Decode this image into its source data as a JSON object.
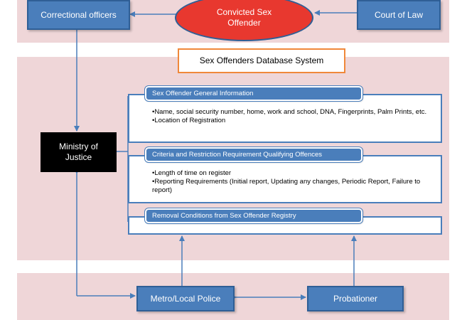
{
  "top_row": {
    "left_box": "Correctional officers",
    "center_ellipse": "Convicted Sex Offender",
    "right_box": "Court of Law"
  },
  "database_title": "Sex Offenders Database System",
  "ministry": "Ministry of Justice",
  "panels": [
    {
      "header": "Sex Offender General Information",
      "bullets": [
        "•Name, social security number, home, work and school, DNA, Fingerprints, Palm Prints, etc.",
        "•Location of Registration"
      ]
    },
    {
      "header": "Criteria and Restriction Requirement Qualifying Offences",
      "bullets": [
        "•Length of time on register",
        "•Reporting Requirements (Initial report, Updating any changes, Periodic Report, Failure to report)"
      ]
    },
    {
      "header": "Removal Conditions from Sex Offender Registry",
      "bullets": []
    }
  ],
  "bottom_row": {
    "police": "Metro/Local Police",
    "probationer": "Probationer"
  }
}
